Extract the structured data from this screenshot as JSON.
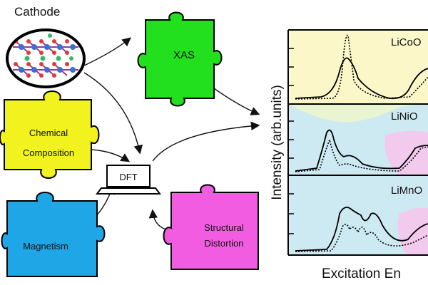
{
  "cathode": {
    "label": "Cathode"
  },
  "pieces": {
    "xas": "XAS",
    "chemical_line1": "Chemical",
    "chemical_line2": "Composition",
    "magnetism": "Magnetism",
    "structural_line1": "Structural",
    "structural_line2": "Distortion"
  },
  "dft": {
    "label": "DFT"
  },
  "chart": {
    "ylabel": "Intensity (arb.units)",
    "xlabel": "Excitation En",
    "panels": [
      {
        "label": "LiCoO"
      },
      {
        "label": "LiNiO"
      },
      {
        "label": "LiMnO"
      }
    ]
  },
  "colors": {
    "xas": "#22e01e",
    "chemical": "#f2f21e",
    "magnetism": "#1ea6e6",
    "structural": "#f25ce0",
    "panel1_bg": "#fbf7c9",
    "panel2_bg": "#cde9f2",
    "panel3_bg": "#cde9f2"
  },
  "icons": [
    "crystal-structure-icon",
    "laptop-icon"
  ]
}
